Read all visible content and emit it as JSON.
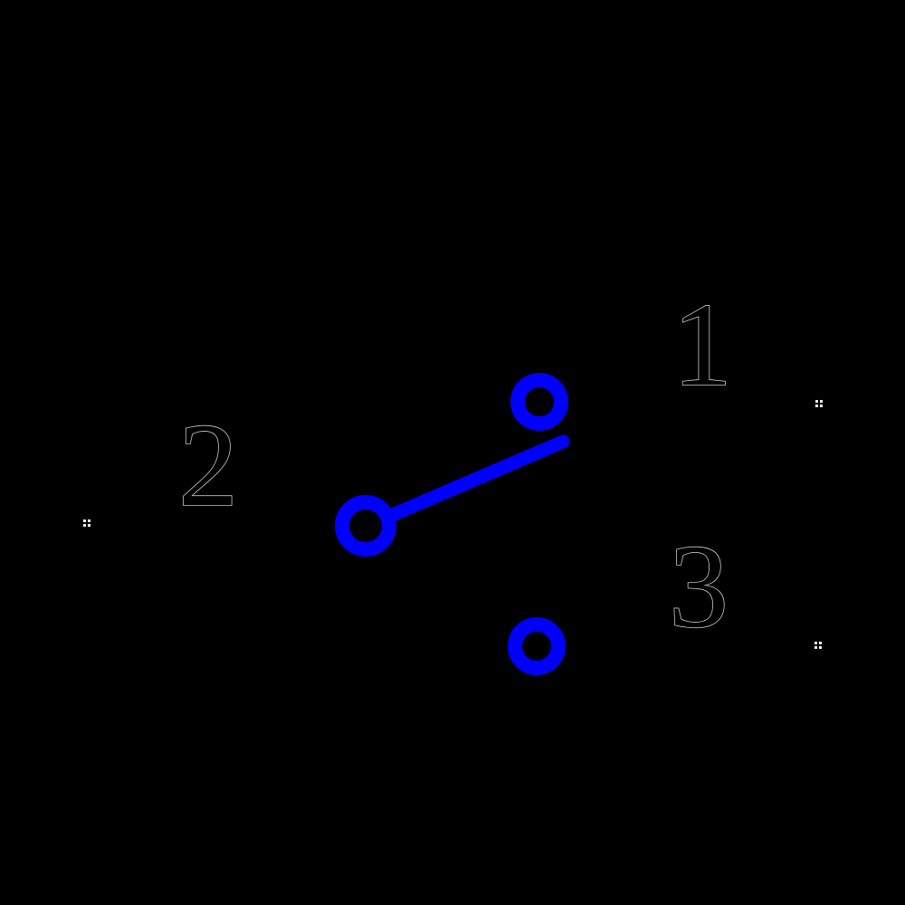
{
  "diagram": {
    "kind": "spdt-switch-schematic",
    "background_color": "#000000",
    "element_color": "#0000ff",
    "label_fill": "#000000",
    "label_outline": "#c9c9c9",
    "marker_color": "#f0f0f0",
    "terminals": [
      {
        "label": "1"
      },
      {
        "label": "2"
      },
      {
        "label": "3"
      }
    ],
    "switch_state": "pole 2 connected toward throw 1"
  }
}
